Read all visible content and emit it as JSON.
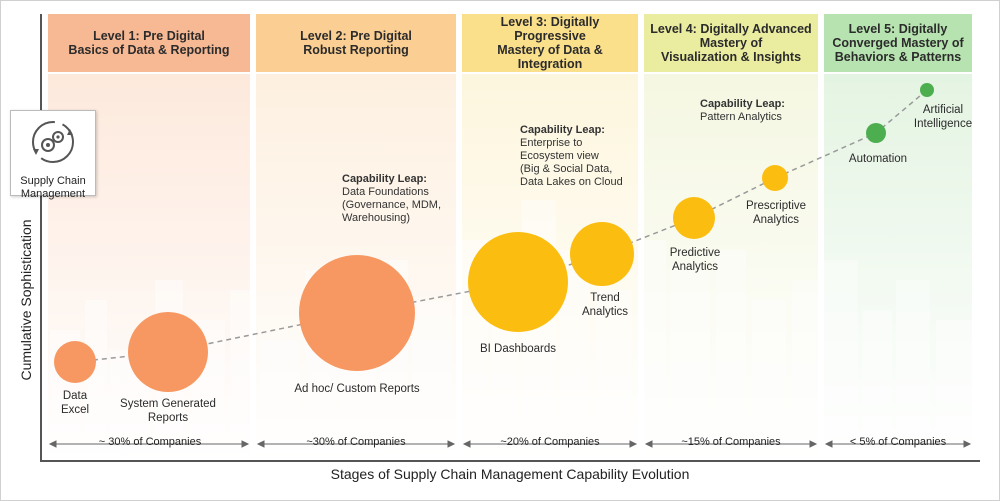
{
  "levels": [
    {
      "title_line1": "Level 1: Pre Digital",
      "title_line2": "Basics of Data & Reporting",
      "title_line3": "",
      "header_color": "#f7b894",
      "bg_color": "#fde9dc",
      "companies": "~ 30% of Companies"
    },
    {
      "title_line1": "Level 2: Pre Digital",
      "title_line2": "Robust Reporting",
      "title_line3": "",
      "header_color": "#fbcf93",
      "bg_color": "#fdf0e0",
      "companies": "~30% of Companies"
    },
    {
      "title_line1": "Level 3: Digitally Progressive",
      "title_line2": "Mastery of Data & Integration",
      "title_line3": "",
      "header_color": "#fbe08c",
      "bg_color": "#fdf6de",
      "companies": "~20% of Companies"
    },
    {
      "title_line1": "Level 4: Digitally Advanced",
      "title_line2": "Mastery of",
      "title_line3": "Visualization & Insights",
      "header_color": "#eaeca0",
      "bg_color": "#f5f7e2",
      "companies": "~15% of Companies"
    },
    {
      "title_line1": "Level 5: Digitally",
      "title_line2": "Converged Mastery of",
      "title_line3": "Behaviors & Patterns",
      "header_color": "#b7e3b0",
      "bg_color": "#e4f4e2",
      "companies": "< 5% of Companies"
    }
  ],
  "y_axis_label": "Cumulative Sophistication",
  "x_axis_label": "Stages of Supply Chain Management Capability Evolution",
  "scm_icon": {
    "name": "gears-cycle-icon",
    "label_line1": "Supply Chain",
    "label_line2": "Management"
  },
  "capabilities": [
    {
      "label_line1": "Data",
      "label_line2": "Excel",
      "color": "#f79862"
    },
    {
      "label_line1": "System Generated",
      "label_line2": "Reports",
      "color": "#f79862"
    },
    {
      "label_line1": "Ad hoc/ Custom Reports",
      "label_line2": "",
      "color": "#f79862"
    },
    {
      "label_line1": "BI Dashboards",
      "label_line2": "",
      "color": "#fbbd10"
    },
    {
      "label_line1": "Trend",
      "label_line2": "Analytics",
      "color": "#fbbd10"
    },
    {
      "label_line1": "Predictive",
      "label_line2": "Analytics",
      "color": "#fbbd10"
    },
    {
      "label_line1": "Prescriptive",
      "label_line2": "Analytics",
      "color": "#fbbd10"
    },
    {
      "label_line1": "Automation",
      "label_line2": "",
      "color": "#4cae4f"
    },
    {
      "label_line1": "Artificial",
      "label_line2": "Intelligence",
      "color": "#4cae4f"
    }
  ],
  "capability_leaps": [
    {
      "title": "Capability Leap:",
      "body": "Data Foundations\n(Governance, MDM,\nWarehousing)"
    },
    {
      "title": "Capability Leap:",
      "body": "Enterprise to\nEcosystem view\n(Big & Social Data,\nData Lakes on Cloud"
    },
    {
      "title": "Capability Leap:",
      "body": "Pattern Analytics"
    }
  ]
}
